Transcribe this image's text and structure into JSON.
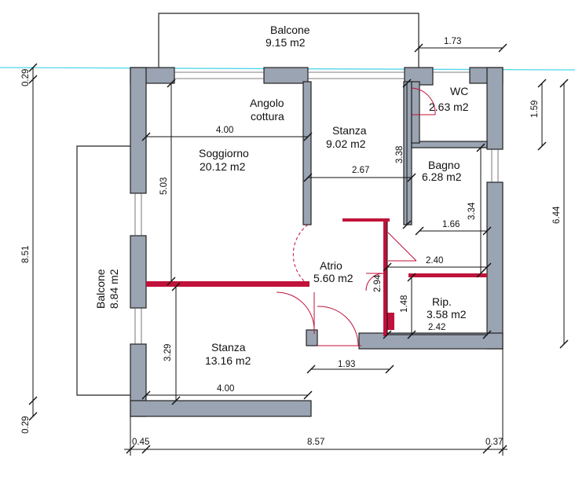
{
  "rooms": {
    "balcone_top": {
      "name": "Balcone",
      "area": "9.15 m2"
    },
    "angolo": {
      "line1": "Angolo",
      "line2": "cottura"
    },
    "soggiorno": {
      "name": "Soggiorno",
      "area": "20.12 m2"
    },
    "stanza_top": {
      "name": "Stanza",
      "area": "9.02 m2"
    },
    "wc": {
      "name": "WC",
      "area": "2.63 m2"
    },
    "bagno": {
      "name": "Bagno",
      "area": "6.28 m2"
    },
    "atrio": {
      "name": "Atrio",
      "area": "5.60 m2"
    },
    "rip": {
      "name": "Rip.",
      "area": "3.58 m2"
    },
    "stanza_bottom": {
      "name": "Stanza",
      "area": "13.16 m2"
    },
    "balcone_left": {
      "name": "Balcone",
      "area": "8.84 m2"
    }
  },
  "dimensions": {
    "balcone_width": "1.73",
    "left_top_wall": "0.29",
    "left_total": "8.51",
    "left_bottom_wall": "0.29",
    "wc_height": "1.59",
    "right_total": "6.44",
    "soggiorno_width": "4.00",
    "soggiorno_height": "5.03",
    "stanza_top_height": "3.38",
    "stanza_top_width": "2.67",
    "bagno_height": "3.34",
    "bagno_width": "1.66",
    "corridor_width": "2.40",
    "atrio_height": "2.94",
    "rip_height": "1.48",
    "rip_width": "2.42",
    "stanza_bottom_height": "3.29",
    "atrio_width": "1.93",
    "stanza_bottom_width": "4.00",
    "bottom_left_wall": "0.45",
    "bottom_total": "8.57",
    "bottom_right_wall": "0.37"
  }
}
